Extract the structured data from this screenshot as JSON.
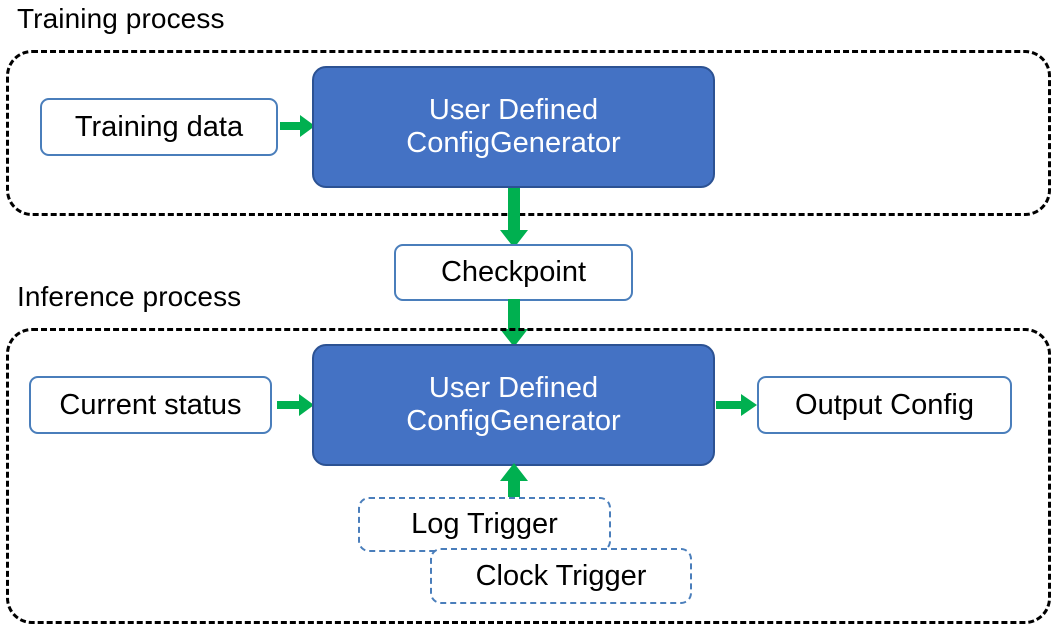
{
  "diagram": {
    "title_training": "Training process",
    "title_inference": "Inference process",
    "accent_green": "#00b050",
    "accent_blue_fill": "#4472c4",
    "accent_blue_stroke": "#2c5293",
    "box_outline_blue": "#4a7ebb",
    "container_stroke": "#000000"
  },
  "training": {
    "input_label": "Training data",
    "process_line1": "User Defined",
    "process_line2": "ConfigGenerator"
  },
  "checkpoint": {
    "label": "Checkpoint"
  },
  "inference": {
    "input_label": "Current status",
    "process_line1": "User Defined",
    "process_line2": "ConfigGenerator",
    "output_label": "Output Config",
    "trigger_log": "Log Trigger",
    "trigger_clock": "Clock Trigger"
  },
  "arrows": {
    "training_data_to_process": "arrow-right",
    "training_process_to_checkpoint": "arrow-down",
    "checkpoint_to_inference_process": "arrow-down",
    "current_status_to_process": "arrow-right",
    "process_to_output": "arrow-right",
    "trigger_to_process": "arrow-up"
  }
}
